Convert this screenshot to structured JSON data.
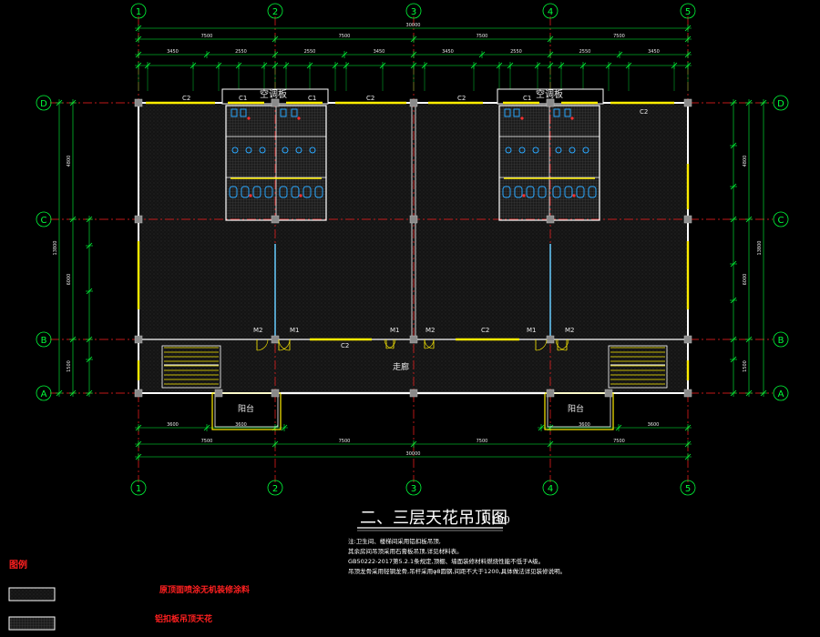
{
  "drawing": {
    "title": "二、三层天花吊顶图",
    "scale": "1:100",
    "notes": [
      "注:卫生间、楼梯间采用铝扣板吊顶,",
      "  其余房间吊顶采用石膏板吊顶,详见材料表。",
      "  GB50222-2017第5.2.1条规定,顶棚、墙面装修材料燃烧性能不低于A级。",
      "  吊顶龙骨采用轻钢龙骨,吊杆采用φ8圆钢,间距不大于1200,具体做法详见装修说明。"
    ],
    "legend": {
      "title": "图例",
      "items": [
        {
          "label": "原顶面喷涂无机装修涂料"
        },
        {
          "label": "铝扣板吊顶天花"
        }
      ]
    },
    "grid_axes": {
      "columns": [
        "1",
        "2",
        "3",
        "4",
        "5"
      ],
      "rows": [
        "D",
        "C",
        "B",
        "A"
      ]
    },
    "room_labels": {
      "ac_left": "空调板",
      "ac_right": "空调板",
      "corridor": "走廊",
      "balcony_left": "阳台",
      "balcony_right": "阳台"
    },
    "window_tags": {
      "c1": "C1",
      "c2": "C2",
      "m1": "M1",
      "m2": "M2"
    },
    "dimensions": {
      "overall": "30000",
      "bay_top": [
        "7500",
        "7500",
        "7500",
        "7500"
      ],
      "bay_second": [
        "3450",
        "2550",
        "2550",
        "3450",
        "3450",
        "2550",
        "2550",
        "3450"
      ],
      "bay_bottom": [
        "7500",
        "7500",
        "7500",
        "7500"
      ],
      "bay_bottom_sub": [
        "3600",
        "3600",
        "3600",
        "3600"
      ],
      "right_side": [
        "4800",
        "6000",
        "1500",
        "1500"
      ],
      "right_overall": "13800",
      "left_side": [
        "4800",
        "6000",
        "1500",
        "1500"
      ],
      "left_overall": "13800"
    },
    "colors": {
      "background": "#000000",
      "grid_axis": "#ff2020",
      "dimension": "#00ff3a",
      "wall": "#ffffff",
      "column": "#8a8a8a",
      "window": "#ffee00",
      "bathroom_fixture": "#2aa8ff",
      "door": "#ffee00",
      "stair": "#ffee00"
    }
  }
}
